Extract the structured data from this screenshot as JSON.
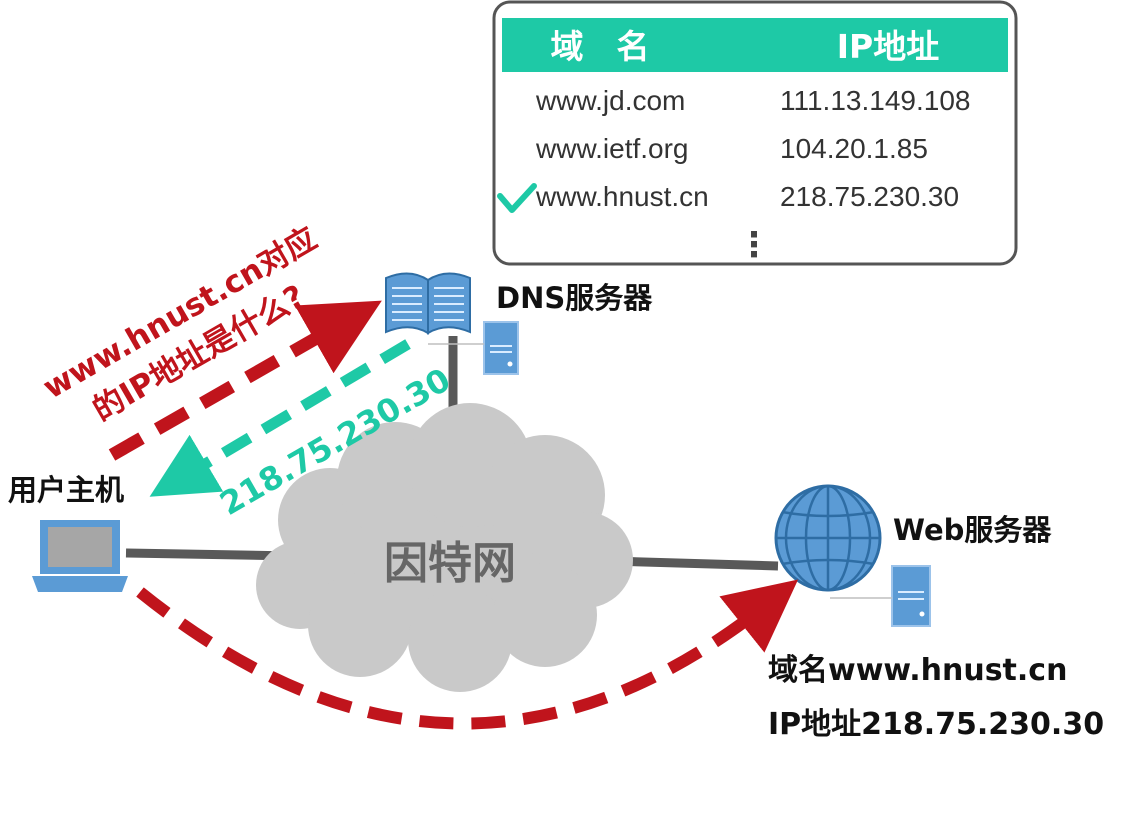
{
  "dns_table": {
    "headers": [
      "域　名",
      "IP地址"
    ],
    "rows": [
      {
        "domain": "www.jd.com",
        "ip": "111.13.149.108",
        "checked": false
      },
      {
        "domain": "www.ietf.org",
        "ip": "104.20.1.85",
        "checked": false
      },
      {
        "domain": "www.hnust.cn",
        "ip": "218.75.230.30",
        "checked": true
      }
    ],
    "more_indicator": "⋮",
    "header_color": "#1ec9a6",
    "check_color": "#1ec9a6"
  },
  "nodes": {
    "dns_server": {
      "label": "DNS服务器"
    },
    "user_host": {
      "label": "用户主机"
    },
    "internet": {
      "label": "因特网"
    },
    "web_server": {
      "label": "Web服务器"
    }
  },
  "query": {
    "lines": [
      "www.hnust.cn对应",
      "的IP地址是什么?"
    ],
    "color": "#c0141c"
  },
  "response": {
    "text": "218.75.230.30",
    "color": "#1ec9a6"
  },
  "web_info": {
    "domain_line": "域名www.hnust.cn",
    "ip_line": "IP地址218.75.230.30"
  },
  "colors": {
    "link": "#595959",
    "cloud": "#c9c9c9",
    "device": "#5b9bd5",
    "request": "#c0141c"
  }
}
